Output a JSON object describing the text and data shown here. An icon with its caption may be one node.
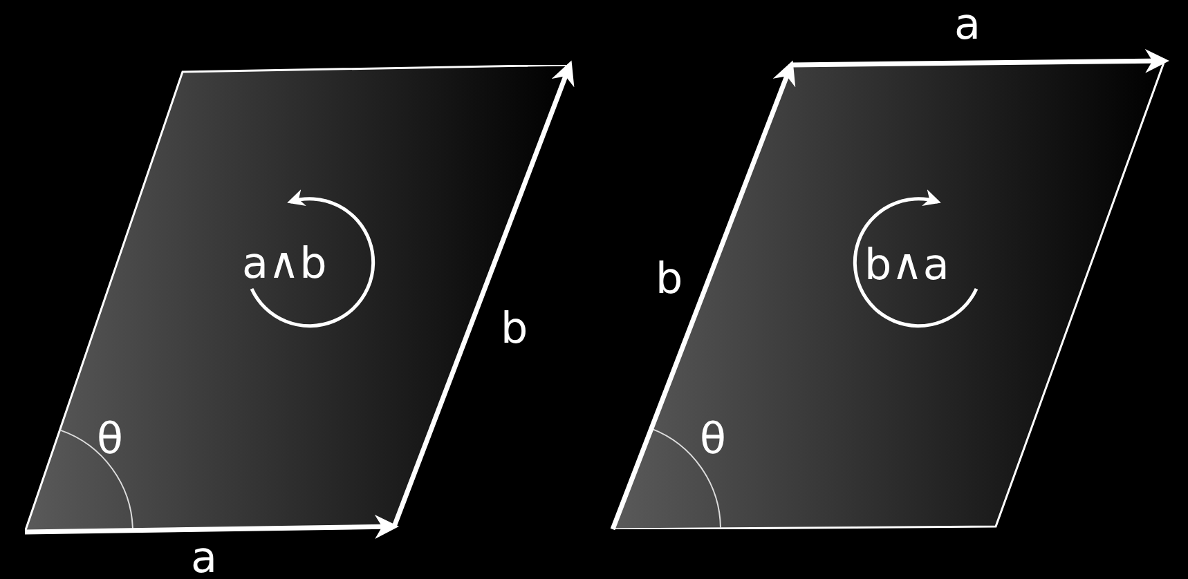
{
  "diagram": {
    "nodes": [
      {
        "text": [
          "a∧b"
        ]
      },
      {
        "text": [
          "b∧a"
        ]
      }
    ],
    "labels": [
      "b",
      "θ",
      "a",
      "a",
      "b",
      "θ"
    ]
  }
}
